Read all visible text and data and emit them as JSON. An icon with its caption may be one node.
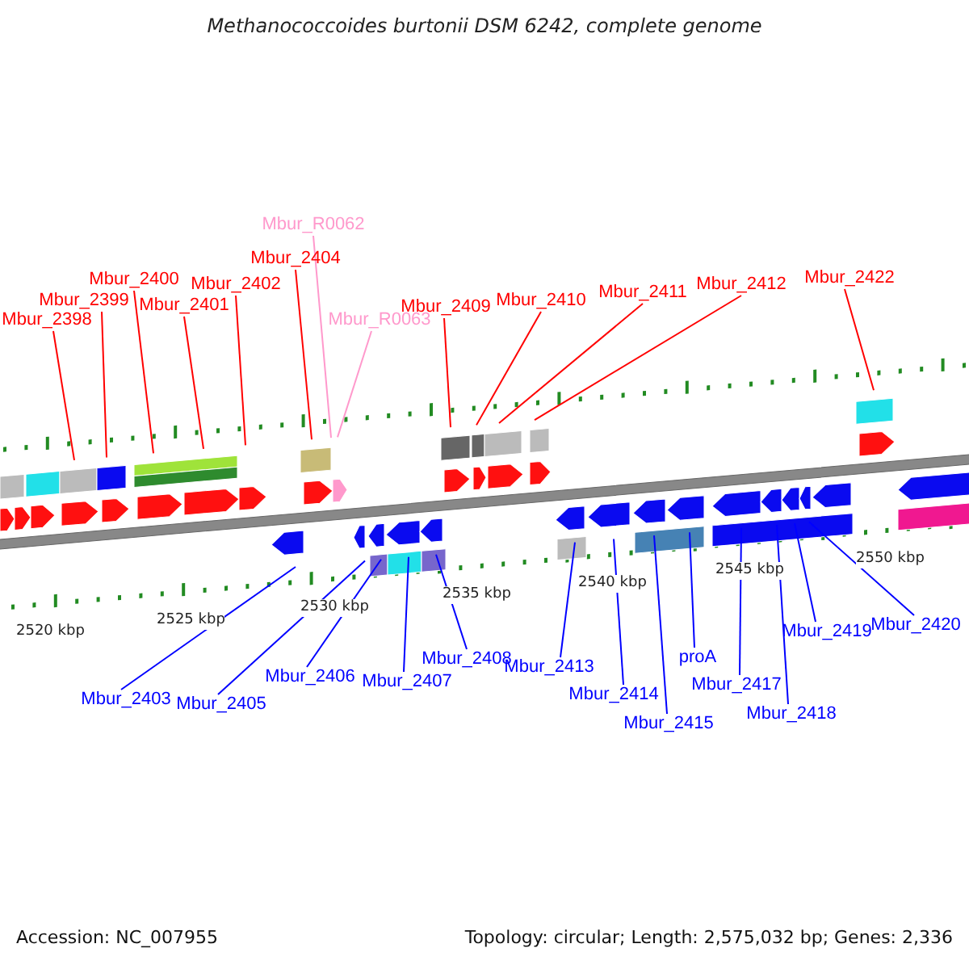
{
  "diagram": {
    "title": "Methanococcoides burtonii DSM 6242, complete genome",
    "nodes": [
      {
        "text": [
          "Mbur_2398"
        ]
      },
      {
        "text": [
          "Mbur_2399"
        ]
      },
      {
        "text": [
          "Mbur_2400"
        ]
      },
      {
        "text": [
          "Mbur_2401"
        ]
      },
      {
        "text": [
          "Mbur_2402"
        ]
      },
      {
        "text": [
          "Mbur_2404"
        ]
      },
      {
        "text": [
          "Mbur_R0062"
        ]
      },
      {
        "text": [
          "Mbur_R0063"
        ]
      },
      {
        "text": [
          "Mbur_2409"
        ]
      },
      {
        "text": [
          "Mbur_2410"
        ]
      },
      {
        "text": [
          "Mbur_2411"
        ]
      },
      {
        "text": [
          "Mbur_2412"
        ]
      },
      {
        "text": [
          "Mbur_2422"
        ]
      },
      {
        "text": [
          "Mbur_2403"
        ]
      },
      {
        "text": [
          "Mbur_2405"
        ]
      },
      {
        "text": [
          "Mbur_2406"
        ]
      },
      {
        "text": [
          "Mbur_2407"
        ]
      },
      {
        "text": [
          "Mbur_2408"
        ]
      },
      {
        "text": [
          "Mbur_2413"
        ]
      },
      {
        "text": [
          "Mbur_2414"
        ]
      },
      {
        "text": [
          "Mbur_2415"
        ]
      },
      {
        "text": [
          "proA"
        ]
      },
      {
        "text": [
          "Mbur_2417"
        ]
      },
      {
        "text": [
          "Mbur_2418"
        ]
      },
      {
        "text": [
          "Mbur_2419"
        ]
      },
      {
        "text": [
          "Mbur_2420"
        ]
      }
    ],
    "edges": [
      {
        "from": 0,
        "to": null,
        "arrow": "none",
        "color": "#ff0000"
      },
      {
        "from": 1,
        "to": null,
        "arrow": "none",
        "color": "#ff0000"
      },
      {
        "from": 2,
        "to": null,
        "arrow": "none",
        "color": "#ff0000"
      },
      {
        "from": 3,
        "to": null,
        "arrow": "none",
        "color": "#ff0000"
      },
      {
        "from": 4,
        "to": null,
        "arrow": "none",
        "color": "#ff0000"
      },
      {
        "from": 5,
        "to": null,
        "arrow": "none",
        "color": "#ff0000"
      },
      {
        "from": 6,
        "to": null,
        "arrow": "none",
        "color": "#ff99cc"
      },
      {
        "from": 7,
        "to": null,
        "arrow": "none",
        "color": "#ff99cc"
      },
      {
        "from": 8,
        "to": null,
        "arrow": "none",
        "color": "#ff0000"
      },
      {
        "from": 9,
        "to": null,
        "arrow": "none",
        "color": "#ff0000"
      },
      {
        "from": 10,
        "to": null,
        "arrow": "none",
        "color": "#ff0000"
      },
      {
        "from": 11,
        "to": null,
        "arrow": "none",
        "color": "#ff0000"
      },
      {
        "from": 12,
        "to": null,
        "arrow": "none",
        "color": "#ff0000"
      },
      {
        "from": 13,
        "to": null,
        "arrow": "none"
      },
      {
        "from": 14,
        "to": null,
        "arrow": "none"
      },
      {
        "from": 15,
        "to": null,
        "arrow": "none"
      },
      {
        "from": 16,
        "to": null,
        "arrow": "none"
      },
      {
        "from": 17,
        "to": null,
        "arrow": "none"
      },
      {
        "from": 18,
        "to": null,
        "arrow": "none"
      },
      {
        "from": 19,
        "to": null,
        "arrow": "none"
      },
      {
        "from": 20,
        "to": null,
        "arrow": "none"
      },
      {
        "from": 21,
        "to": null,
        "arrow": "none"
      },
      {
        "from": 22,
        "to": null,
        "arrow": "none"
      },
      {
        "from": 23,
        "to": null,
        "arrow": "none"
      },
      {
        "from": 24,
        "to": null,
        "arrow": "none"
      },
      {
        "from": 25,
        "to": null,
        "arrow": "none"
      }
    ],
    "labels": [
      "2520 kbp",
      "2525 kbp",
      "2530 kbp",
      "2535 kbp",
      "2540 kbp",
      "2545 kbp",
      "2550 kbp",
      "Accession: NC_007955",
      "Topology: circular; Length: 2,575,032 bp; Genes: 2,336"
    ]
  }
}
